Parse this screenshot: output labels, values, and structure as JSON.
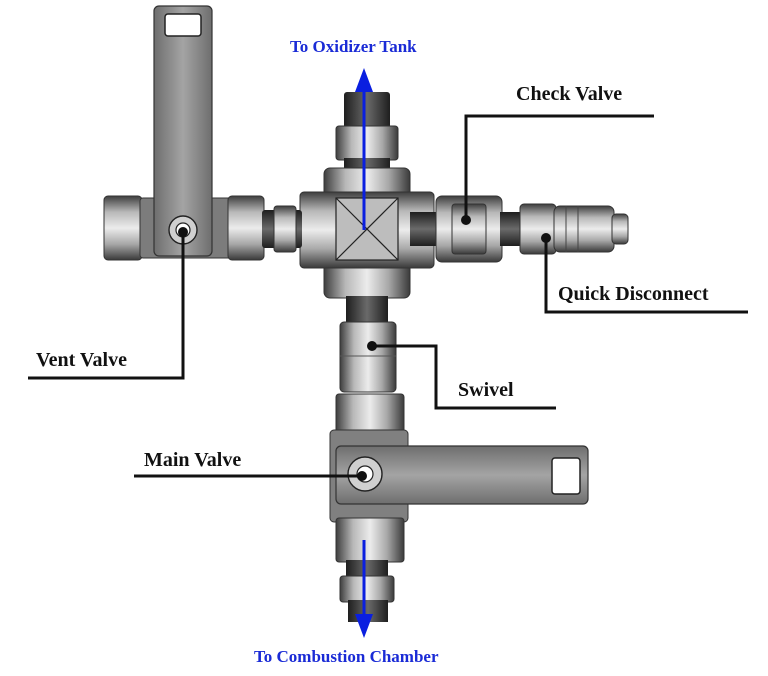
{
  "labels": {
    "to_oxidizer_tank": "To Oxidizer Tank",
    "check_valve": "Check Valve",
    "quick_disconnect": "Quick Disconnect",
    "vent_valve": "Vent Valve",
    "swivel": "Swivel",
    "main_valve": "Main Valve",
    "to_combustion_chamber": "To Combustion Chamber"
  },
  "colors": {
    "flow_arrow": "#0a1fe0",
    "flow_label": "#1a2bd6",
    "leader_line": "#111111",
    "metal_dark": "#4a4a4a",
    "metal_mid": "#9c9c9c",
    "metal_light": "#e2e2e2",
    "handle": "#8a8a8a"
  }
}
